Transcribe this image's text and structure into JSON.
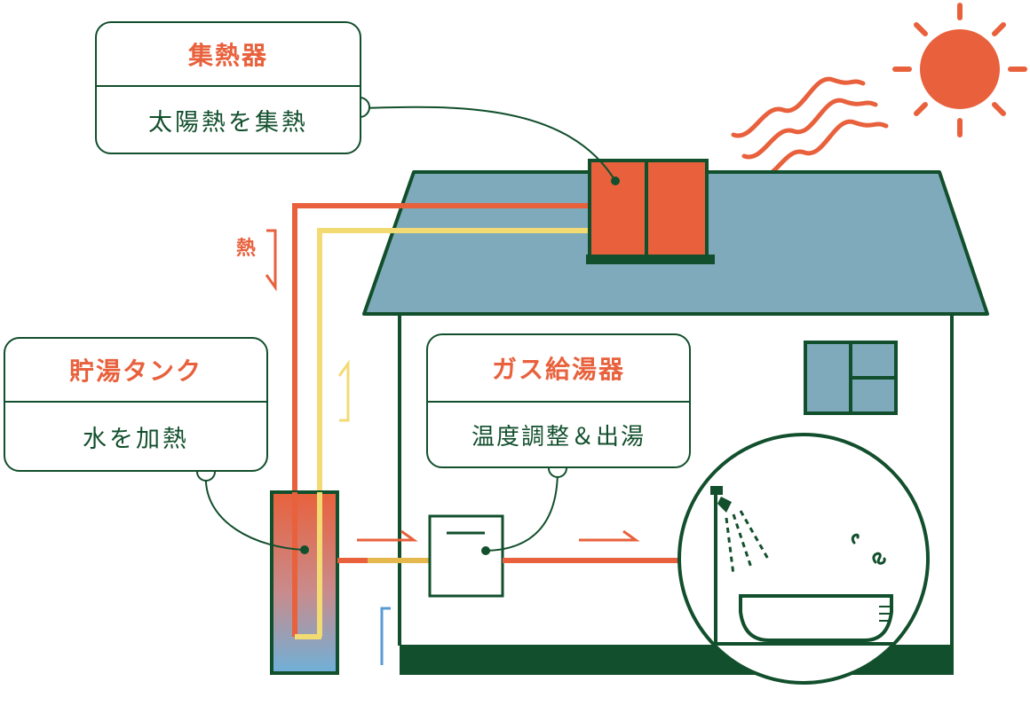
{
  "colors": {
    "dark_green": "#124f2c",
    "orange": "#e8613c",
    "yellow": "#f3db74",
    "roof_blue": "#7faabb",
    "cold_blue": "#5a9bd5"
  },
  "labels": {
    "collector_title": "集熱器",
    "collector_desc": "太陽熱を集熱",
    "tank_title": "貯湯タンク",
    "tank_desc": "水を加熱",
    "heater_title": "ガス給湯器",
    "heater_desc": "温度調整＆出湯",
    "heat": "熱"
  },
  "icons": [
    "sun-icon",
    "heat-waves-icon",
    "shower-icon",
    "bathtub-icon",
    "steam-icon",
    "flow-arrow-icon"
  ]
}
